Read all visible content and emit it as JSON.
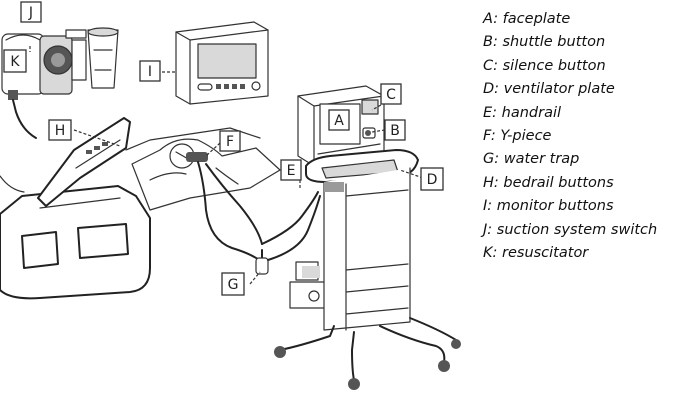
{
  "callouts": [
    {
      "key": "A",
      "text": "A: faceplate"
    },
    {
      "key": "B",
      "text": "B: shuttle button"
    },
    {
      "key": "C",
      "text": "C: silence button"
    },
    {
      "key": "D",
      "text": "D: ventilator plate"
    },
    {
      "key": "E",
      "text": "E: handrail"
    },
    {
      "key": "F",
      "text": "F: Y-piece"
    },
    {
      "key": "G",
      "text": "G: water trap"
    },
    {
      "key": "H",
      "text": "H: bedrail buttons"
    },
    {
      "key": "I",
      "text": "I: monitor buttons"
    },
    {
      "key": "J",
      "text": "J: suction system switch"
    },
    {
      "key": "K",
      "text": "K: resuscitator"
    }
  ]
}
